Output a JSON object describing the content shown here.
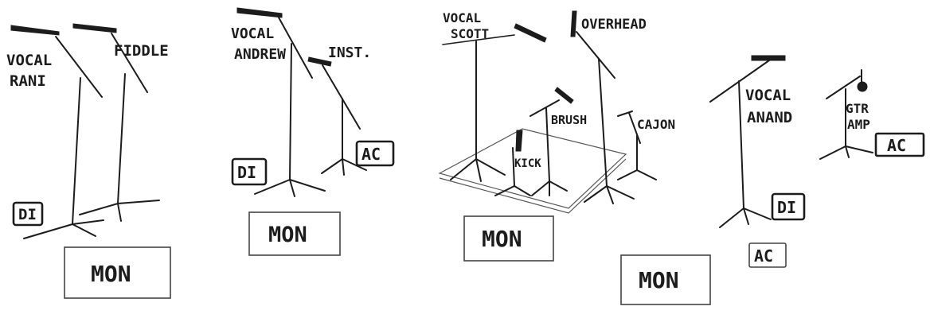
{
  "sections": {
    "one": {
      "vocal_label": [
        "VOCAL",
        "RANI"
      ],
      "inst_label": "FIDDLE",
      "di_label": "DI",
      "mon_label": "MON"
    },
    "two": {
      "vocal_label": [
        "VOCAL",
        "ANDREW"
      ],
      "inst_label": "INST.",
      "di_label": "DI",
      "ac_label": "AC",
      "mon_label": "MON"
    },
    "three": {
      "vocal_label": [
        "VOCAL",
        "SCOTT"
      ],
      "overhead_label": "OVERHEAD",
      "brush_label": "BRUSH",
      "cajon_label": "CAJON",
      "kick_label": "KICK",
      "mon_label": "MON"
    },
    "four": {
      "vocal_label": [
        "VOCAL",
        "ANAND"
      ],
      "di_label": "DI",
      "ac_label": "AC",
      "amp_label": [
        "GTR",
        "AMP"
      ],
      "amp_ac_label": "AC",
      "mon_label": "MON"
    }
  }
}
